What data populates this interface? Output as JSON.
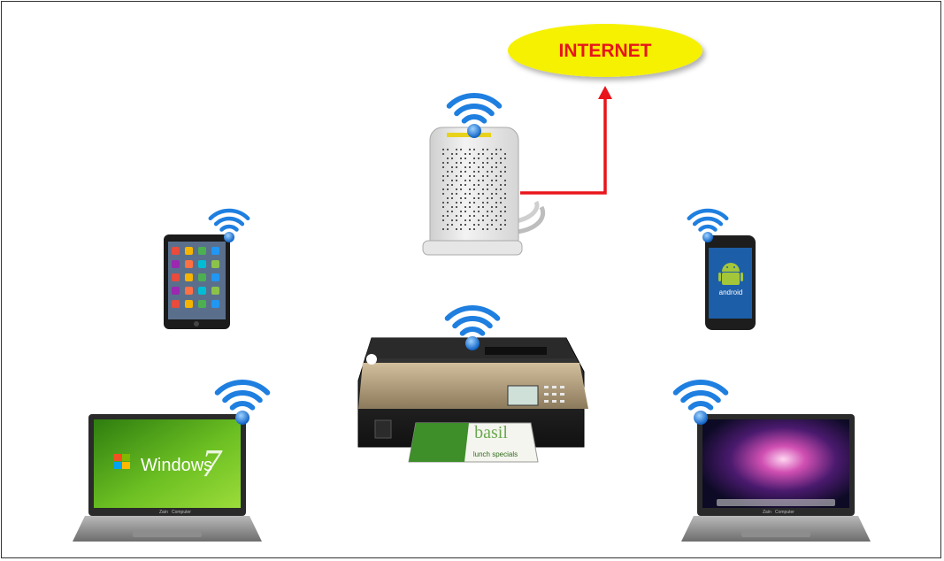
{
  "internet": {
    "label": "INTERNET"
  },
  "laptop_left": {
    "os_text": "Windows",
    "os_version": "7",
    "brand": "Zain",
    "brand_sub": "Computer"
  },
  "laptop_right": {
    "brand": "Zain",
    "brand_sub": "Computer"
  },
  "phone": {
    "os_text": "android"
  },
  "printer": {
    "paper_title": "basil",
    "paper_sub": "lunch specials"
  },
  "colors": {
    "internet_fill": "#f5f100",
    "internet_text": "#e8151b",
    "link_line": "#e8151b",
    "wifi": "#1f7fe0"
  }
}
